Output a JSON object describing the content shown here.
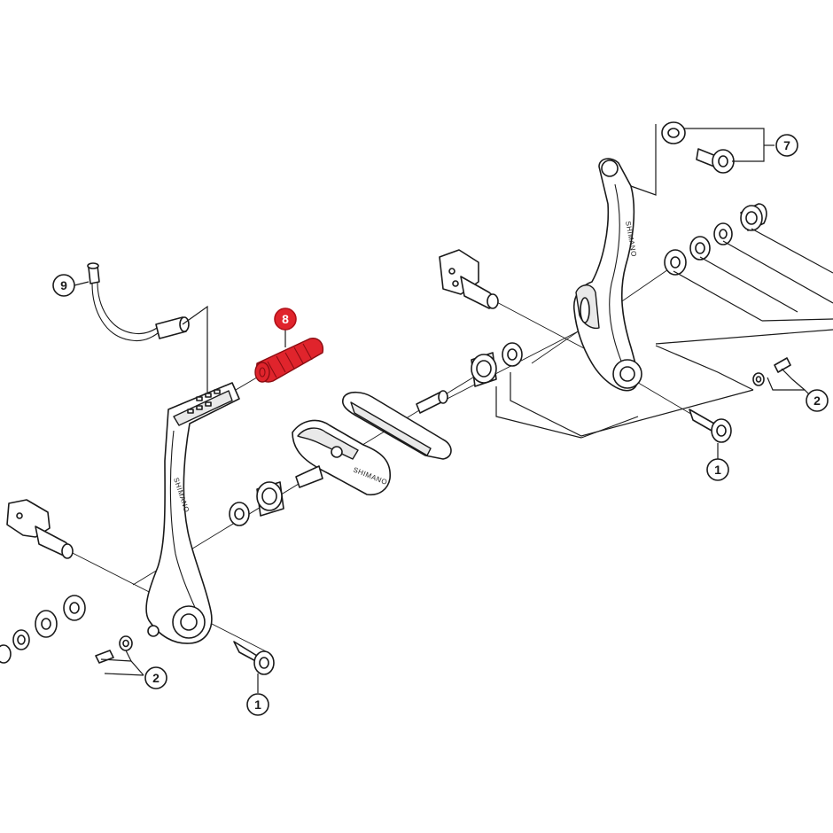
{
  "diagram": {
    "brand_text": "SHIMANO",
    "highlight_color": "#e0242c",
    "callouts": [
      {
        "id": "c1a",
        "label": "1"
      },
      {
        "id": "c1b",
        "label": "1"
      },
      {
        "id": "c2a",
        "label": "2"
      },
      {
        "id": "c2b",
        "label": "2"
      },
      {
        "id": "c7",
        "label": "7"
      },
      {
        "id": "c8",
        "label": "8",
        "highlighted": true
      },
      {
        "id": "c9",
        "label": "9"
      }
    ]
  }
}
